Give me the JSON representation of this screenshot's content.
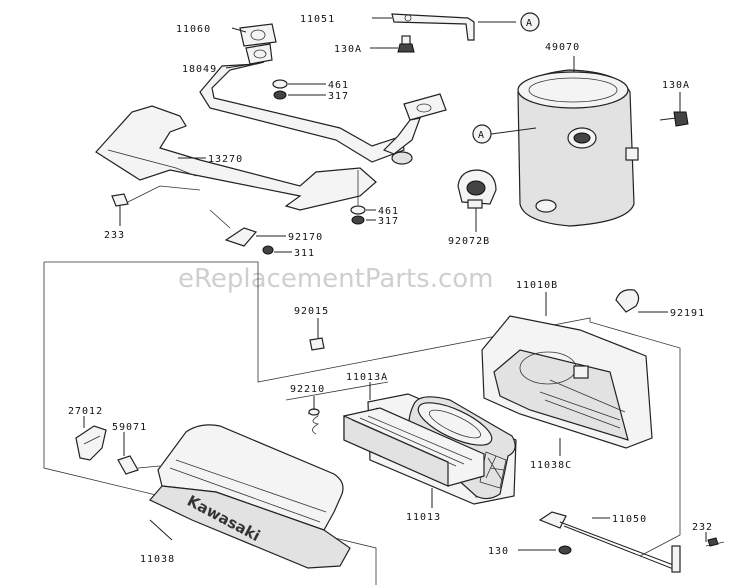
{
  "watermark": "eReplacementParts.com",
  "brand_text": "Kawasaki",
  "callout_letter": "A",
  "part_labels": {
    "p11060": "11060",
    "p11051": "11051",
    "p130A_top": "130A",
    "p49070": "49070",
    "p130A_right": "130A",
    "p18049": "18049",
    "p461_top": "461",
    "p317_top": "317",
    "p13270": "13270",
    "p461_mid": "461",
    "p317_mid": "317",
    "p92072B": "92072B",
    "p233": "233",
    "p92170": "92170",
    "p311": "311",
    "p11010B": "11010B",
    "p92015": "92015",
    "p92191": "92191",
    "p92210": "92210",
    "p11013A": "11013A",
    "p27012": "27012",
    "p59071": "59071",
    "p11038C": "11038C",
    "p11013": "11013",
    "p11050": "11050",
    "p232": "232",
    "p11038": "11038",
    "p130_bottom": "130"
  }
}
